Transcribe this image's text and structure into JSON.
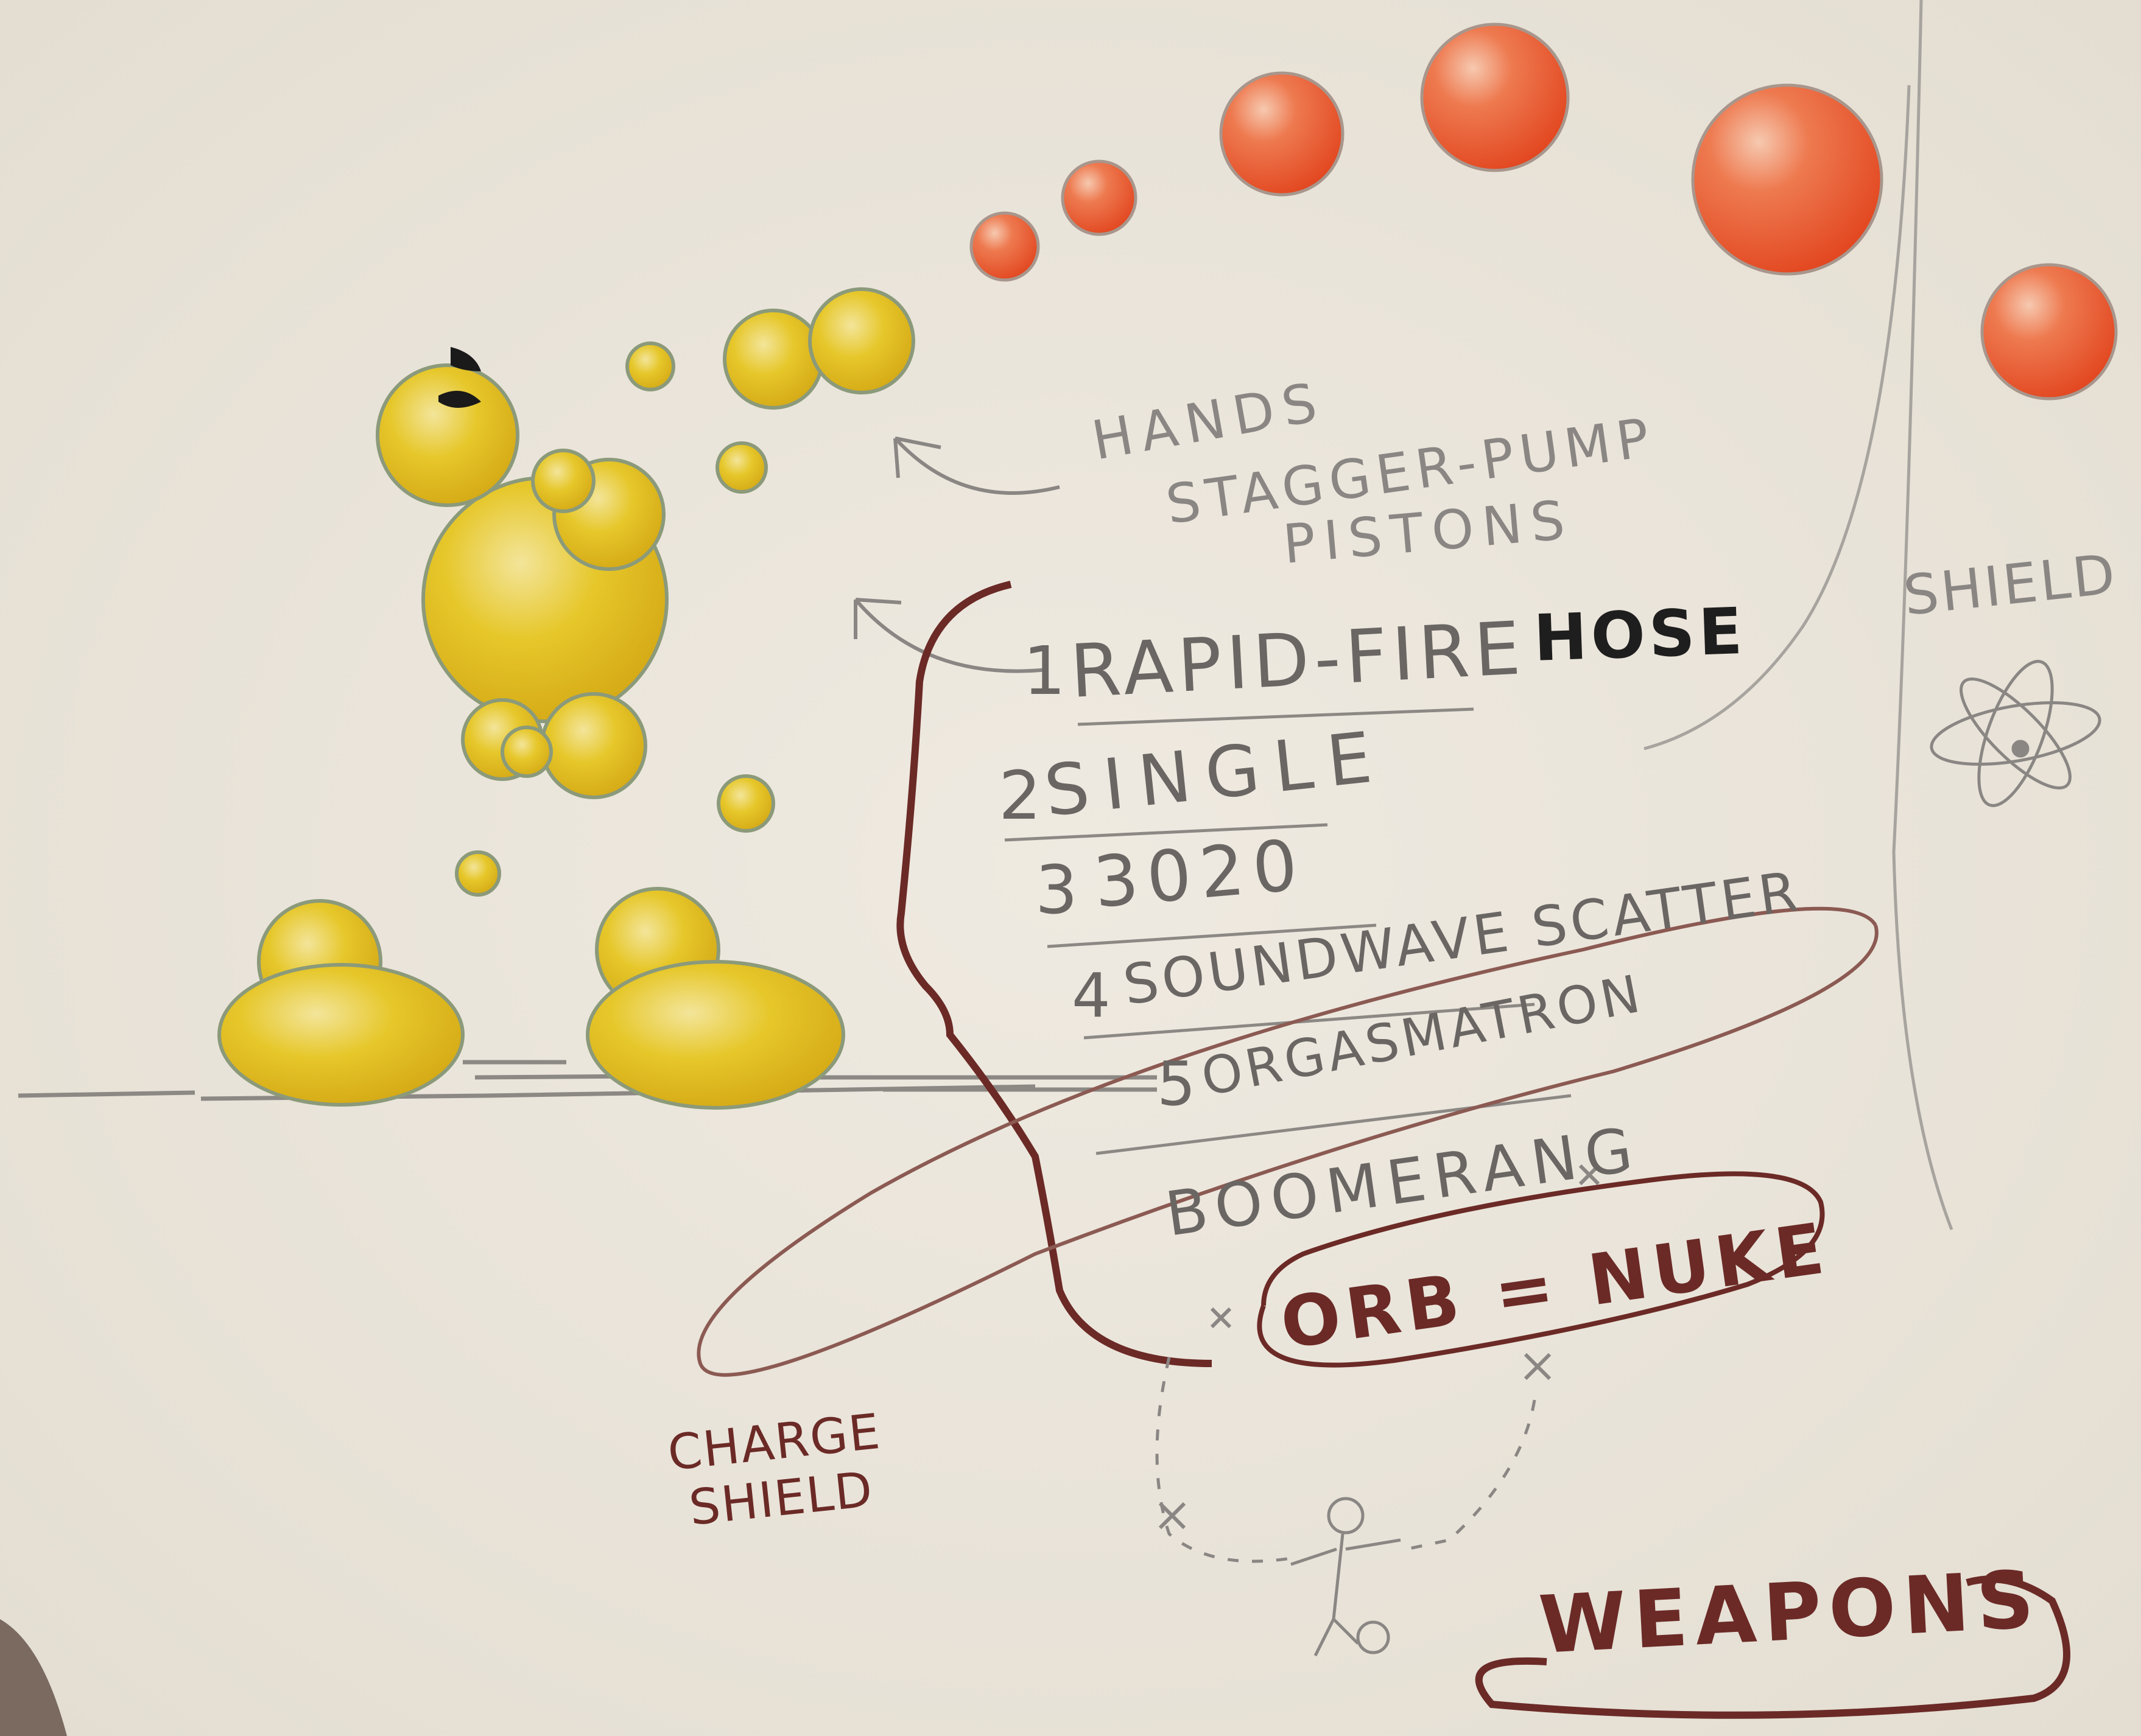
{
  "sketch": {
    "annotation_top": [
      "HANDS",
      "STAGGER-PUMP",
      "PISTONS"
    ],
    "weapon_list": [
      {
        "number": "1",
        "label": "RAPID-FIRE",
        "extra": "HOSE"
      },
      {
        "number": "2",
        "label": "SINGLE",
        "extra": ""
      },
      {
        "number": "3",
        "label": "3020",
        "extra": ""
      },
      {
        "number": "4",
        "label": "SOUNDWAVE SCATTER",
        "extra": ""
      },
      {
        "number": "5",
        "label": "ORGASMATRON",
        "extra": ""
      },
      {
        "number": "",
        "label": "BOOMERANG",
        "extra": ""
      }
    ],
    "orb_label": "ORB = NUKE",
    "shield_label": "SHIELD",
    "charge_label": [
      "CHARGE",
      "SHIELD"
    ],
    "title": "WEAPONS",
    "colors": {
      "paper": "#ebe6dc",
      "pencil": "#8a8683",
      "yellow": "#e4c41c",
      "orange": "#e8562c",
      "brown": "#6b2a26"
    }
  }
}
